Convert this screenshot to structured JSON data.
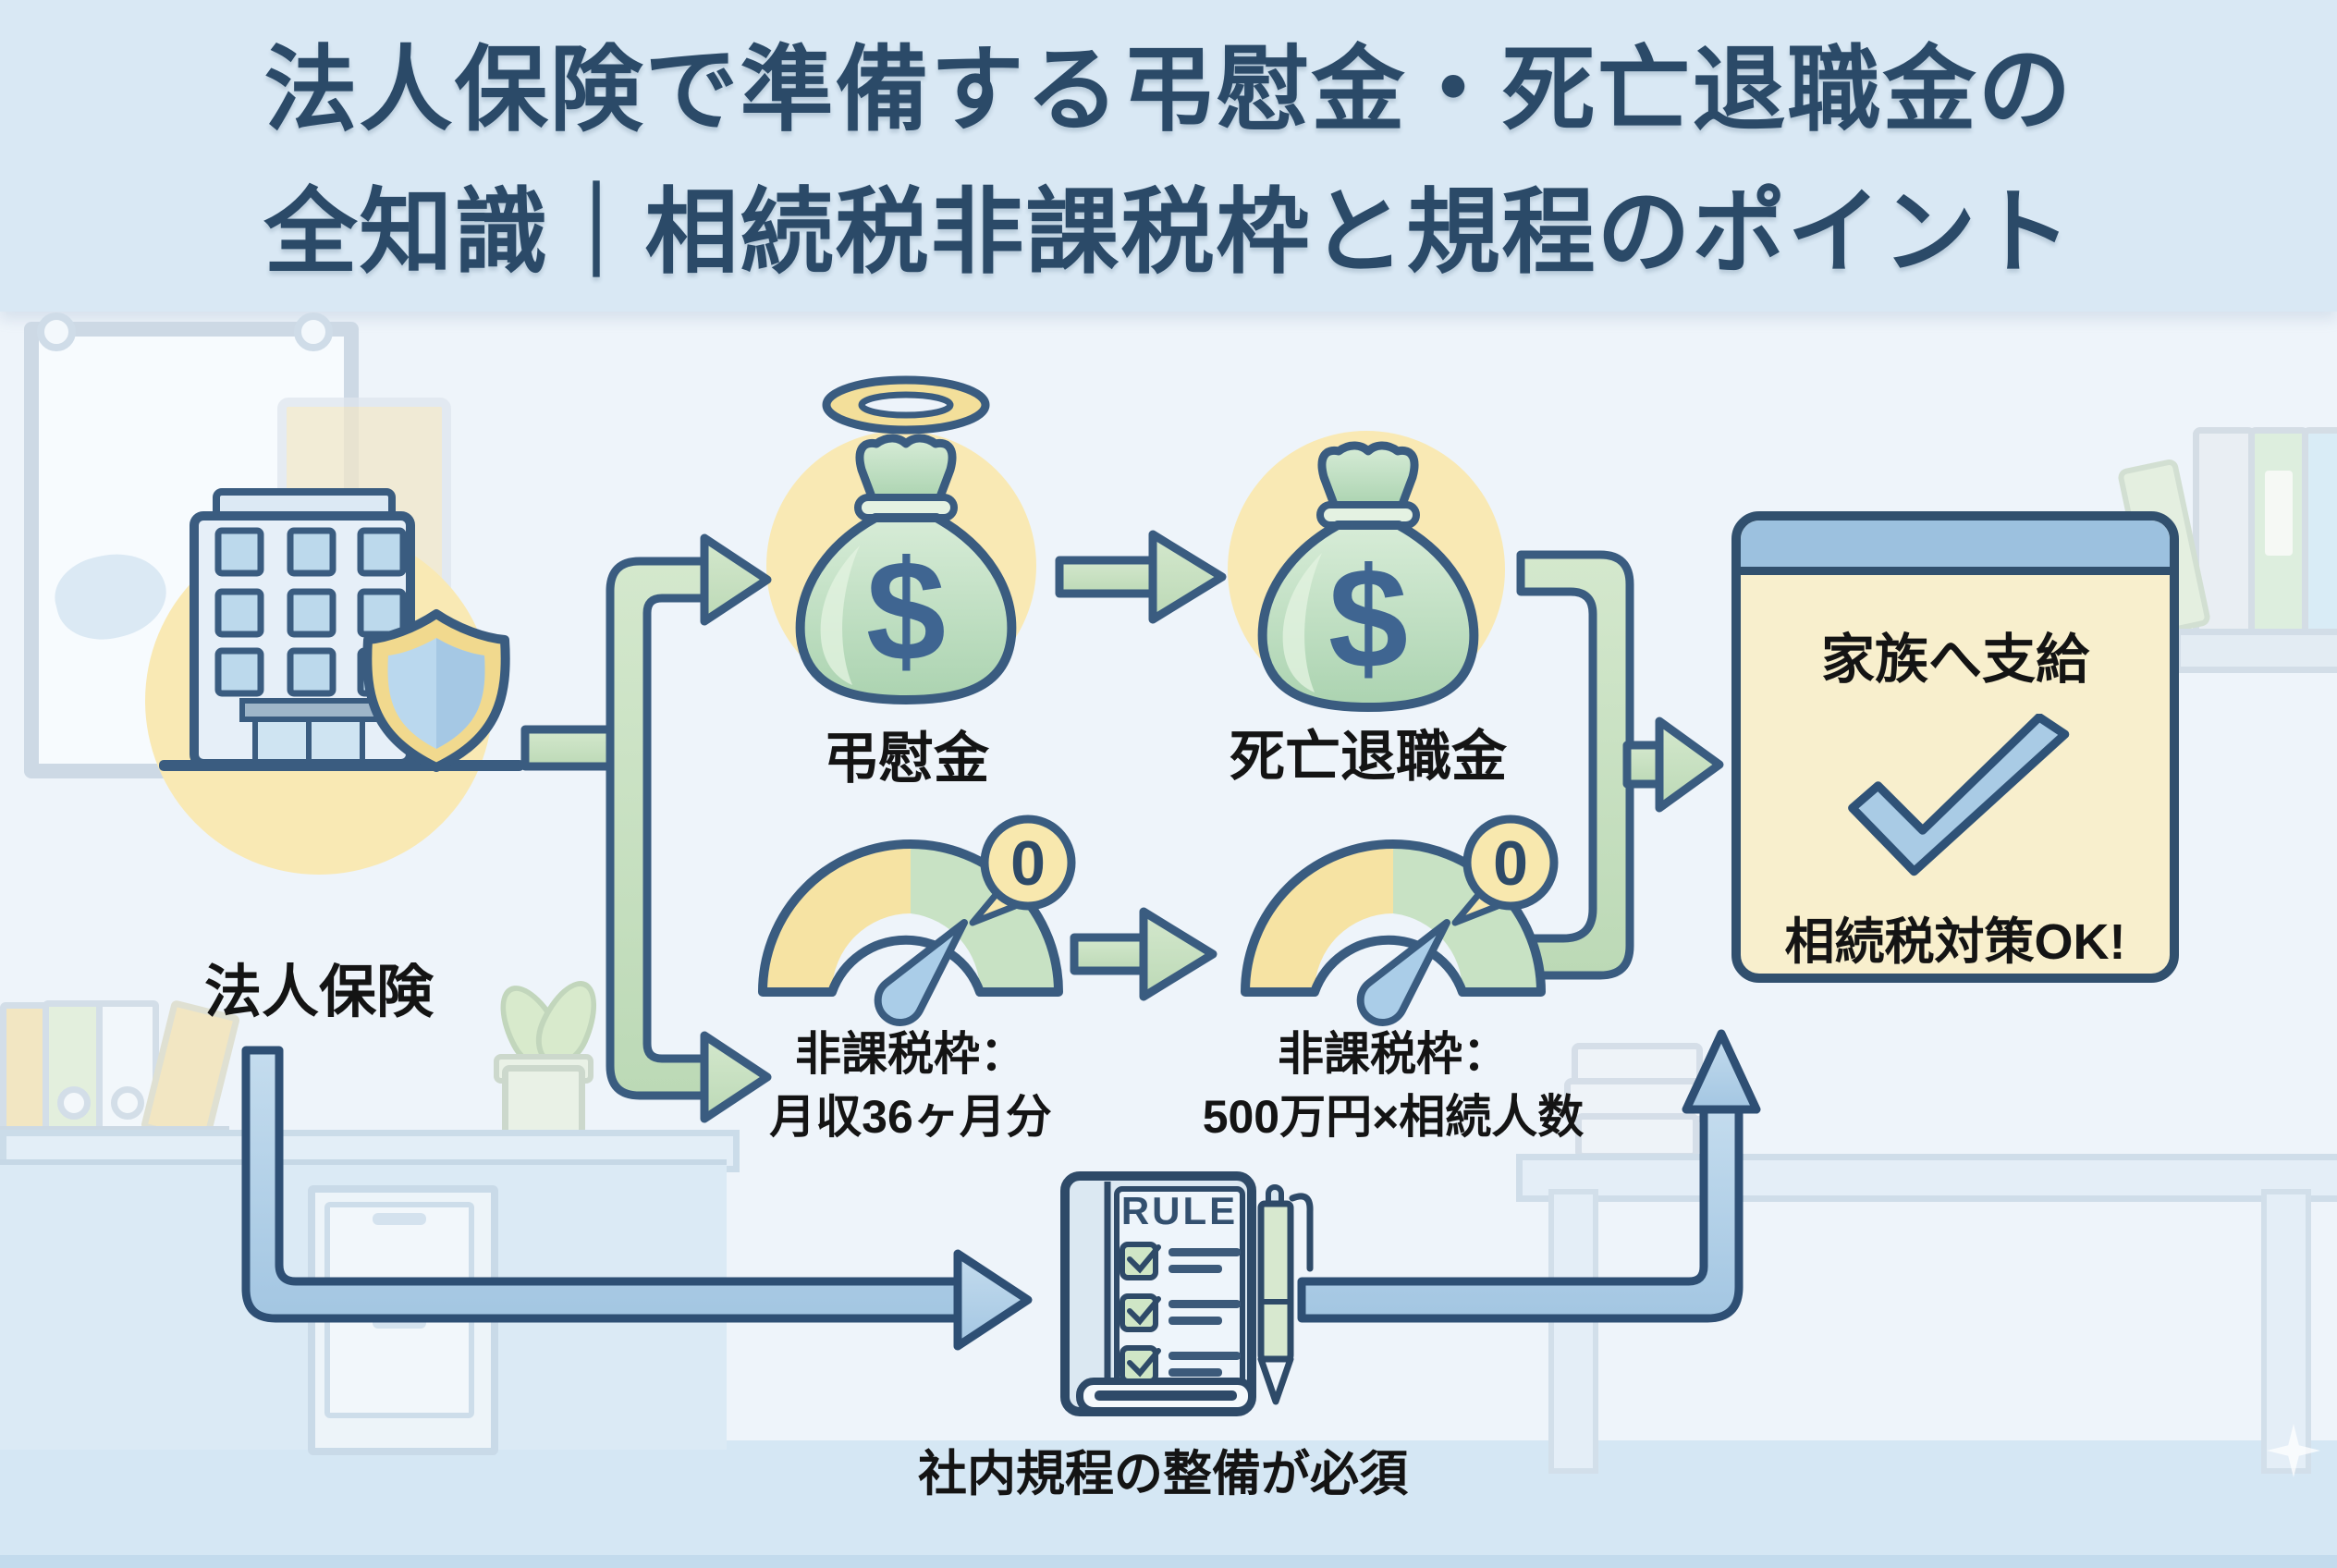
{
  "title": {
    "line1": "法人保険で準備する弔慰金・死亡退職金の",
    "line2": "全知識｜相続税非課税枠と規程のポイント"
  },
  "nodes": {
    "corporate_insurance": {
      "label": "法人保険"
    },
    "condolence_money": {
      "label": "弔慰金",
      "currency_symbol": "$"
    },
    "death_retirement": {
      "label": "死亡退職金",
      "currency_symbol": "$"
    },
    "gauge_condolence": {
      "label_line1": "非課税枠：",
      "label_line2": "月収36ヶ月分",
      "gauge_value": "0"
    },
    "gauge_retirement": {
      "label_line1": "非課税枠：",
      "label_line2": "500万円×相続人数",
      "gauge_value": "0"
    },
    "rulebook": {
      "heading": "RULE",
      "caption": "社内規程の整備が必須"
    },
    "result_panel": {
      "top_text": "家族へ支給",
      "bottom_text": "相続税対策OK!"
    }
  },
  "icons": [
    "building-icon",
    "shield-icon",
    "halo-icon",
    "money-bag-icon",
    "tax-gauge-icon",
    "zero-speech-bubble-icon",
    "rule-book-icon",
    "pen-icon",
    "checkmark-icon",
    "flow-arrow"
  ],
  "colors": {
    "title_text": "#2b4a68",
    "top_band": "#d9e8f4",
    "main_background": "#eef4fa",
    "outline_dark_blue": "#3a5c80",
    "arrow_green": "#c9e2c3",
    "arrow_blue": "#b3d0e8",
    "accent_yellow": "#f9e9b4",
    "bag_green": "#bfdfc2",
    "panel_body": "#f8efcd",
    "panel_header": "#9cc1df",
    "check_blue": "#a9cbe5",
    "label_text": "#141414"
  }
}
